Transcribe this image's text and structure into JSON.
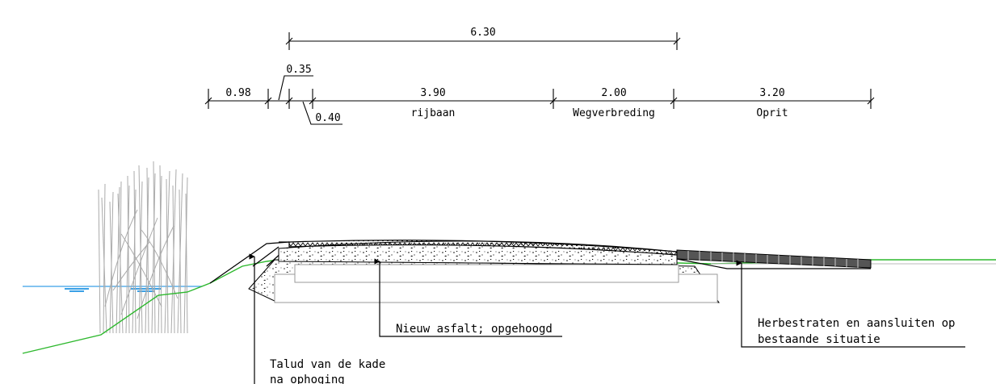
{
  "dimensions": {
    "total": "6.30",
    "segments": [
      "0.98",
      "0.35",
      "0.40",
      "3.90",
      "2.00",
      "3.20"
    ],
    "labels": {
      "rijbaan": "rijbaan",
      "wegverbreding": "Wegverbreding",
      "oprit": "Oprit"
    }
  },
  "annotations": {
    "asphalt": "Nieuw asfalt; opgehoogd",
    "paving_line1": "Herbestraten en aansluiten op",
    "paving_line2": "bestaande situatie",
    "slope_line1": "Talud van de kade",
    "slope_line2": "na ophoging"
  },
  "colors": {
    "water": "#3aa0e6",
    "ground": "#2db82d",
    "reeds": "#aaaaaa",
    "pavers": "#555555",
    "ink": "#000000"
  }
}
